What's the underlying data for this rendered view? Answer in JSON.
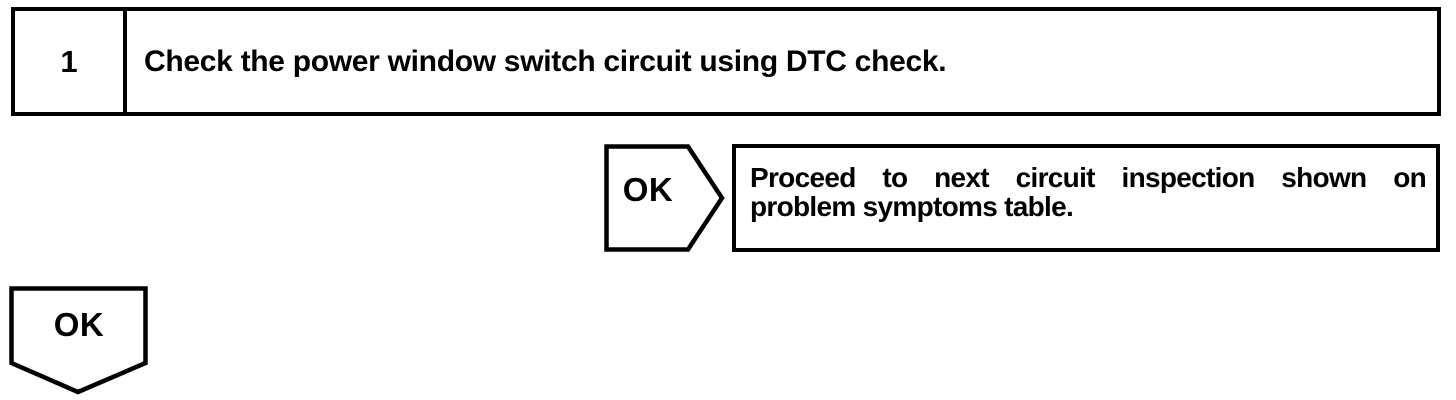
{
  "step": {
    "number": "1",
    "instruction": "Check the power window switch circuit using DTC check."
  },
  "ok_branch": {
    "connector_label": "OK",
    "result_line1": "Proceed to next circuit inspection shown on",
    "result_line2": "problem symptoms table."
  },
  "ok_exit": {
    "connector_label": "OK"
  },
  "colors": {
    "ink": "#000000",
    "paper": "#ffffff"
  }
}
